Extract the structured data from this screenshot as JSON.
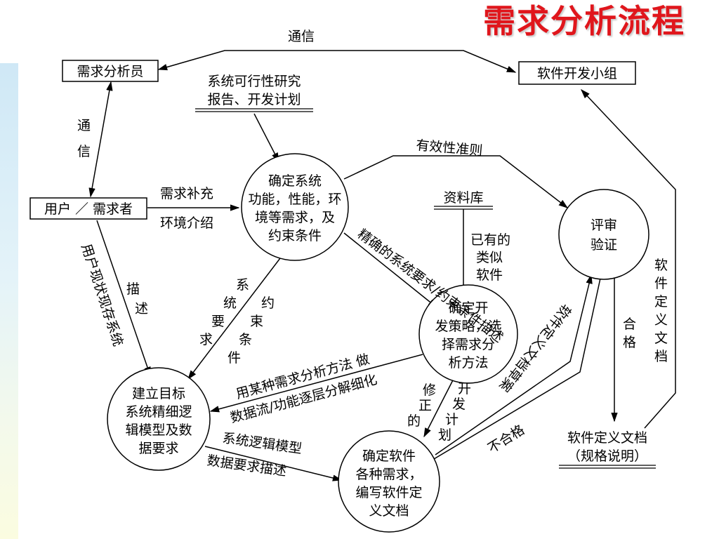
{
  "title": "需求分析流程",
  "nodes": {
    "analyst": "需求分析员",
    "dev_team": "软件开发小组",
    "user": "用户 ／ 需求者",
    "feasibility": [
      "系统可行性研究",
      "报告、开发计划"
    ],
    "database": "资料库",
    "spec_doc": [
      "软件定义文档",
      "（规格说明）"
    ],
    "c_requirements": [
      "确定系统",
      "功能，性能，环",
      "境等需求，及",
      "约束条件"
    ],
    "c_review": [
      "评审",
      "验证"
    ],
    "c_strategy": [
      "确定开",
      "发策略，选",
      "择需求分",
      "析方法"
    ],
    "c_model": [
      "建立目标",
      "系统精细逻",
      "辑模型及数",
      "据要求"
    ],
    "c_write": [
      "确定软件",
      "各种需求，",
      "编写软件定",
      "义文档"
    ]
  },
  "edges": {
    "comm_top": "通信",
    "comm_left": [
      "通",
      "信"
    ],
    "req_supplement": "需求补充",
    "env_intro": "环境介绍",
    "validity": "有效性准则",
    "existing_similar": [
      "已有的",
      "类似",
      "软件"
    ],
    "precise_req": "精确的系统要求/约束条件描述",
    "user_status": "用户现状现存系统",
    "describe": [
      "描",
      "述"
    ],
    "sys_req": [
      "系",
      "统",
      "要",
      "求"
    ],
    "constraints": [
      "约",
      "束",
      "条",
      "件"
    ],
    "methods": "用某种需求分析方法 做",
    "dataflow": "数据流/功能逐层分解细化",
    "revised_plan": [
      "修",
      "正",
      "的"
    ],
    "dev_plan": [
      "开",
      "发",
      "计",
      "划"
    ],
    "logic_model": "系统逻辑模型",
    "data_desc": "数据要求描述",
    "draft": "软件定义文档草案",
    "fail": "不合格",
    "pass": [
      "合",
      "格"
    ],
    "spec_vertical": [
      "软",
      "件",
      "定",
      "义",
      "文",
      "档"
    ]
  }
}
